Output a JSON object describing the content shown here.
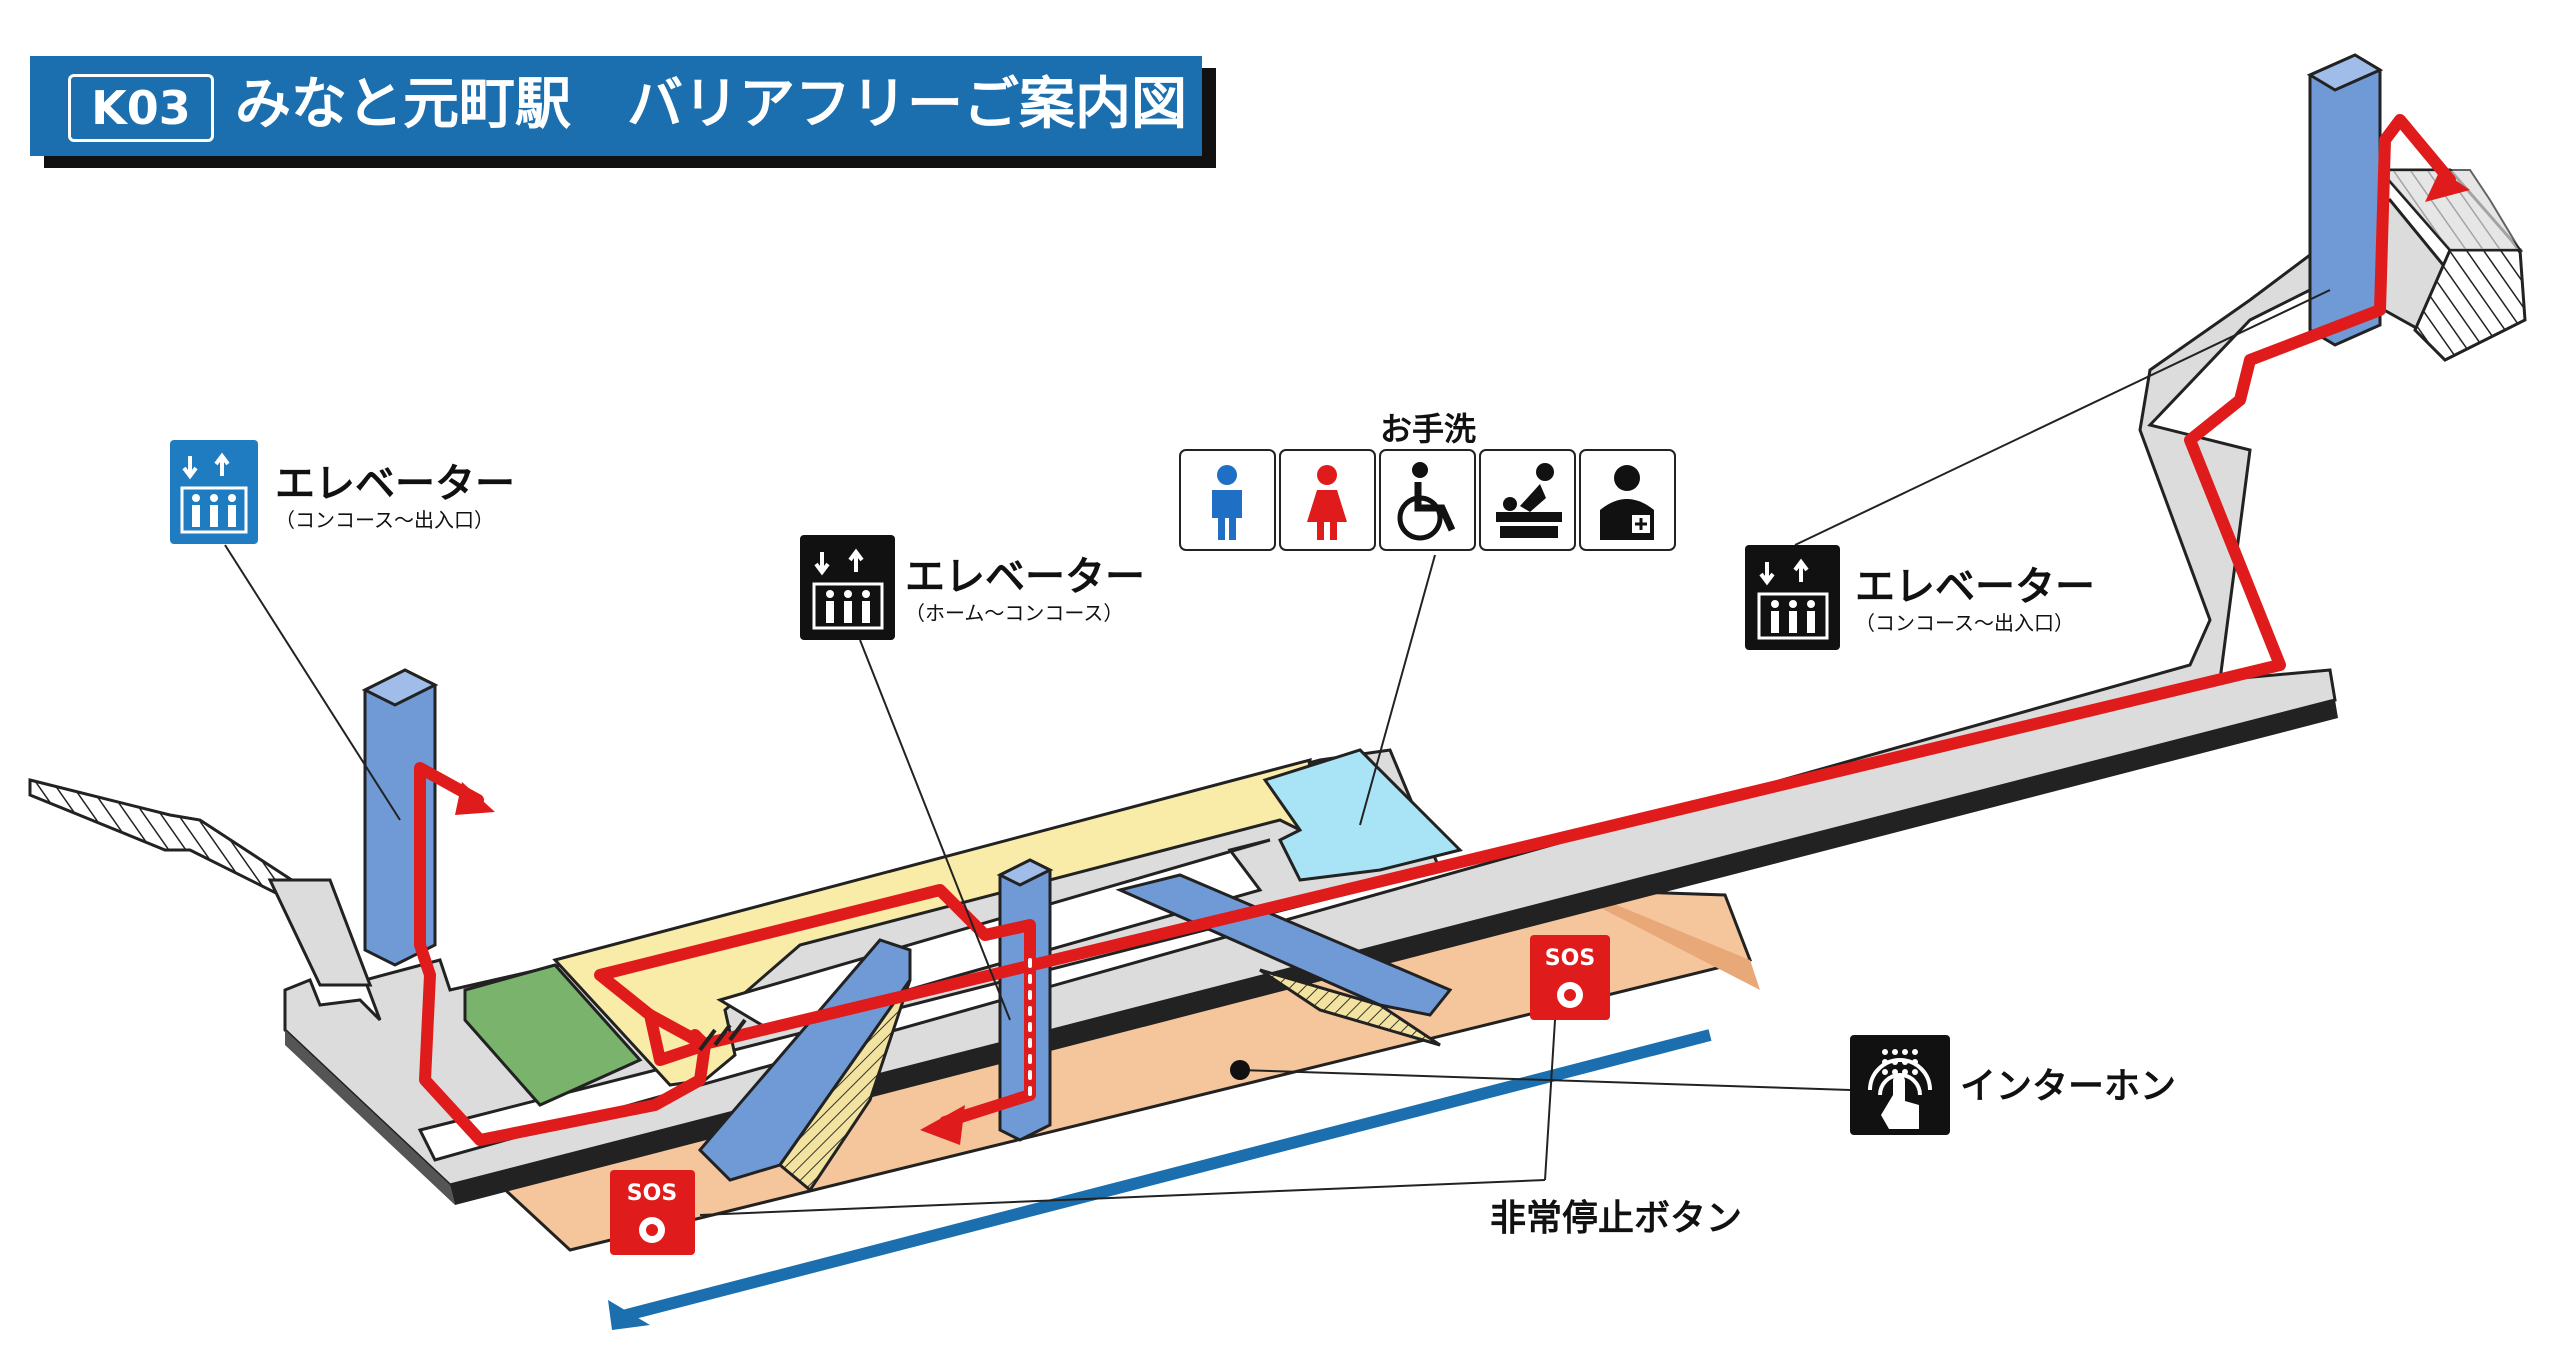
{
  "title": {
    "station_code": "K03",
    "text": "みなと元町駅　バリアフリーご案内図"
  },
  "elevator_left": {
    "label": "エレベーター",
    "sub": "（コンコース～出入口）"
  },
  "elevator_middle": {
    "label": "エレベーター",
    "sub": "（ホーム～コンコース）"
  },
  "elevator_right": {
    "label": "エレベーター",
    "sub": "（コンコース～出入口）"
  },
  "toilet": {
    "label": "お手洗",
    "icons": [
      "man-icon",
      "woman-icon",
      "wheelchair-icon",
      "baby-changing-icon",
      "ostomate-icon"
    ]
  },
  "intercom": {
    "label": "インターホン",
    "icon": "intercom-icon"
  },
  "emergency": {
    "label": "非常停止ボタン",
    "badge_text": "SOS",
    "icon": "sos-button-icon"
  },
  "colors": {
    "title_blue": "#1b6fae",
    "route_red": "#e01b1b",
    "elevator_blue": "#6f9ad6",
    "concourse_yellow": "#f8eca8",
    "toilet_cyan": "#a8e4f6",
    "platform_orange": "#f5c59c",
    "green_area": "#79b36c",
    "walkway_gray": "#dcdcdc",
    "track_blue": "#1b6fae",
    "sos_red": "#e01b1b",
    "elevator_icon_blue": "#1f7cc1",
    "elevator_icon_black": "#111111"
  }
}
